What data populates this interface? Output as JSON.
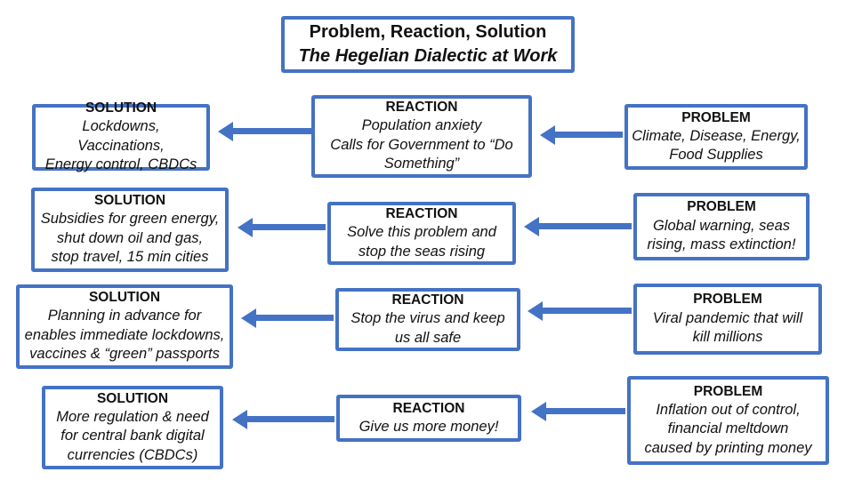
{
  "title": {
    "line1": "Problem, Reaction, Solution",
    "line2": "The Hegelian Dialectic at Work"
  },
  "colors": {
    "accent": "#4472C4",
    "text": "#111111",
    "background": "#FFFFFF"
  },
  "rows": [
    {
      "solution": {
        "label": "SOLUTION",
        "text": "Lockdowns, Vaccinations,\nEnergy control, CBDCs"
      },
      "reaction": {
        "label": "REACTION",
        "text": "Population anxiety\nCalls for Government to “Do\nSomething”"
      },
      "problem": {
        "label": "PROBLEM",
        "text": "Climate, Disease, Energy,\nFood Supplies"
      }
    },
    {
      "solution": {
        "label": "SOLUTION",
        "text": "Subsidies for green energy,\nshut down oil and gas,\nstop travel, 15 min cities"
      },
      "reaction": {
        "label": "REACTION",
        "text": "Solve this problem and\nstop the seas rising"
      },
      "problem": {
        "label": "PROBLEM",
        "text": "Global warning, seas\nrising, mass extinction!"
      }
    },
    {
      "solution": {
        "label": "SOLUTION",
        "text": "Planning in advance for\nenables immediate lockdowns,\nvaccines & “green” passports"
      },
      "reaction": {
        "label": "REACTION",
        "text": "Stop the virus and keep\nus all safe"
      },
      "problem": {
        "label": "PROBLEM",
        "text": "Viral pandemic that will\nkill millions"
      }
    },
    {
      "solution": {
        "label": "SOLUTION",
        "text": "More regulation & need\nfor central bank digital\ncurrencies (CBDCs)"
      },
      "reaction": {
        "label": "REACTION",
        "text": "Give us more money!"
      },
      "problem": {
        "label": "PROBLEM",
        "text": "Inflation out of control,\nfinancial meltdown\ncaused by printing money"
      }
    }
  ]
}
